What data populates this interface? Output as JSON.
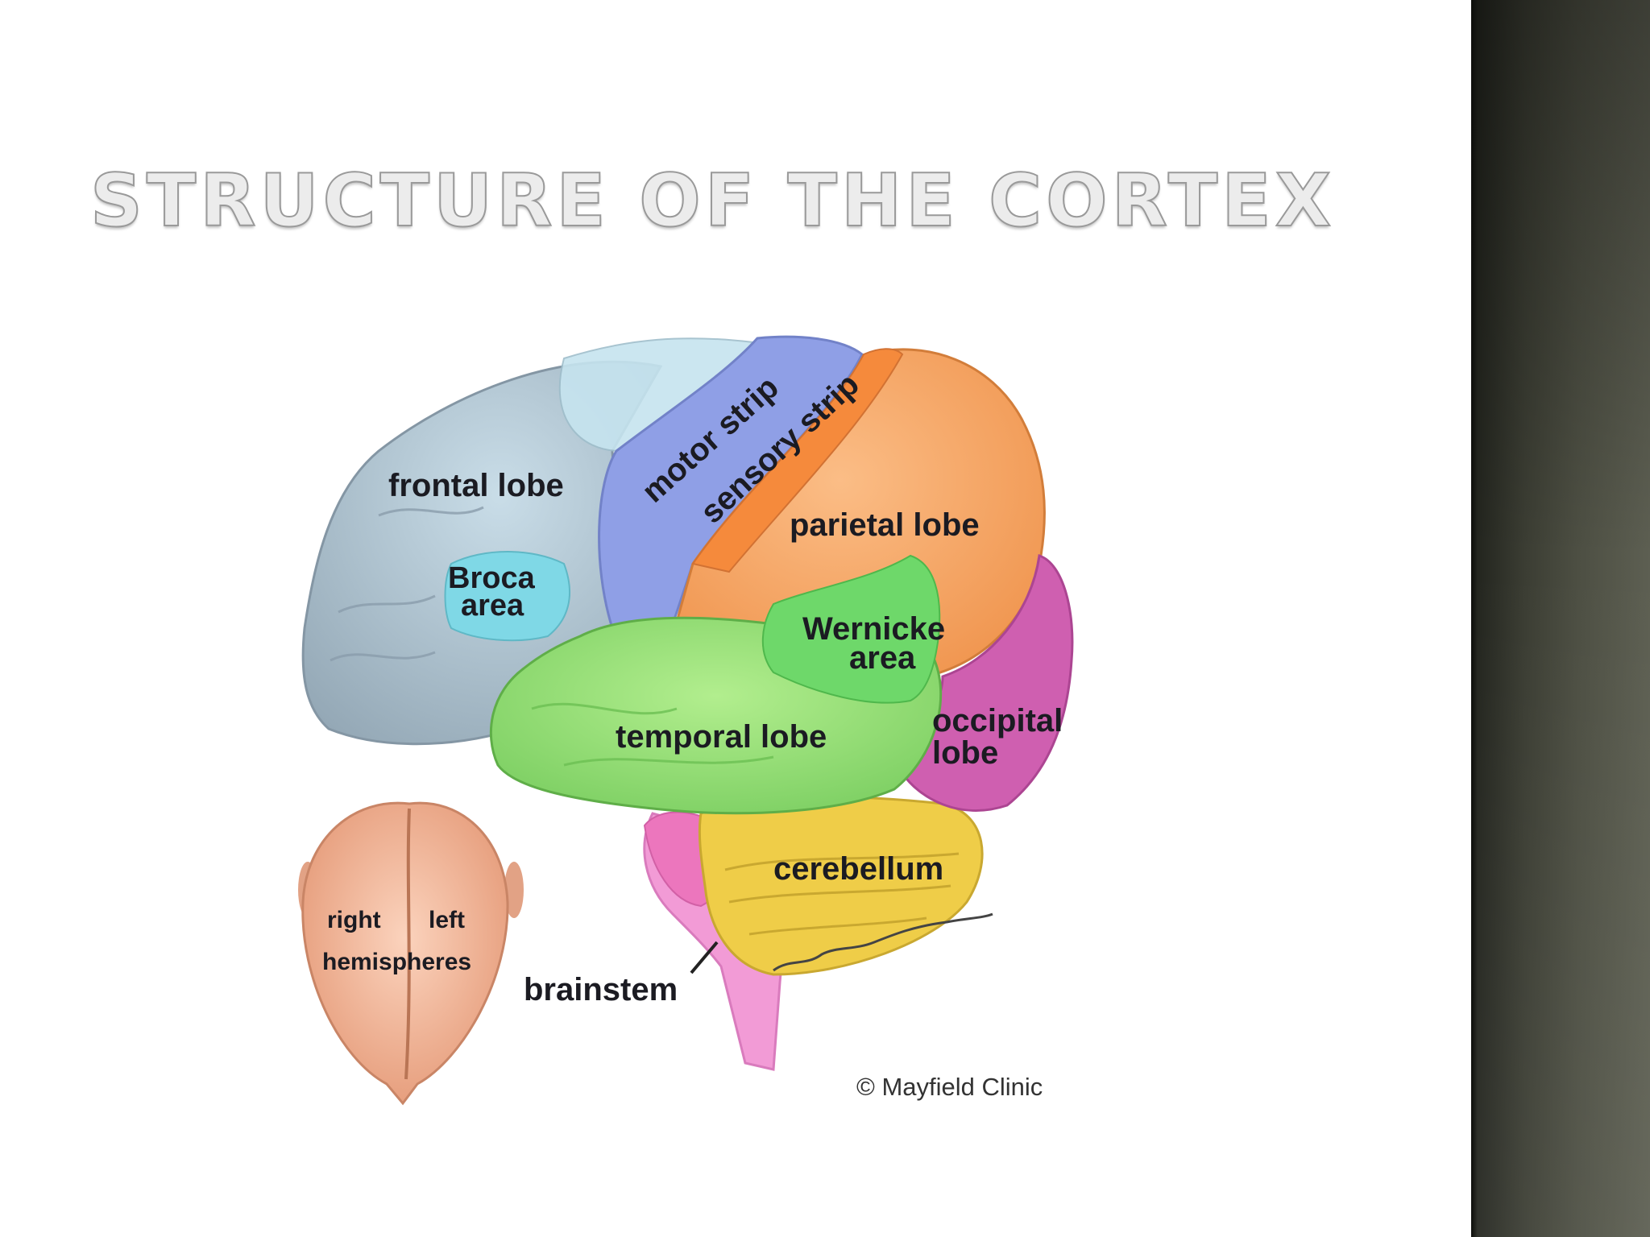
{
  "slide": {
    "title": "STRUCTURE OF THE CORTEX"
  },
  "diagram": {
    "labels": {
      "frontal_lobe": "frontal lobe",
      "motor_strip": "motor strip",
      "sensory_strip": "sensory strip",
      "parietal_lobe": "parietal lobe",
      "broca_line1": "Broca",
      "broca_line2": "area",
      "wernicke_line1": "Wernicke",
      "wernicke_line2": "area",
      "temporal_lobe": "temporal lobe",
      "occipital_line1": "occipital",
      "occipital_line2": "lobe",
      "cerebellum": "cerebellum",
      "brainstem": "brainstem",
      "right": "right",
      "left": "left",
      "hemispheres": "hemispheres",
      "credit": "© Mayfield Clinic"
    },
    "colors": {
      "frontal": "#a9b9c6",
      "frontal_top": "#c6e4ef",
      "motor": "#8f9fe6",
      "sensory": "#f59a52",
      "parietal": "#f7a96a",
      "broca": "#7fd8e6",
      "wernicke": "#6ed86a",
      "temporal": "#93df72",
      "occipital": "#cf5fb0",
      "cerebellum": "#efcd48",
      "brainstem": "#f29bd6",
      "top_view": "#eeab8c",
      "sidebar": "#4a4c41"
    }
  }
}
